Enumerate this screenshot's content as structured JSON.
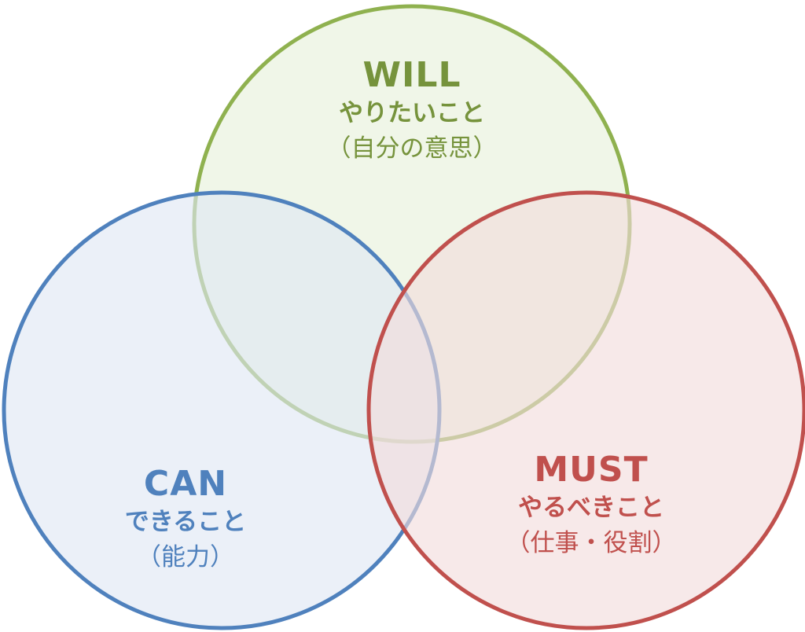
{
  "diagram": {
    "circles": [
      {
        "key": "will",
        "title": "WILL",
        "subtitle": "やりたいこと",
        "note": "（自分の意思）",
        "stroke": "#8fb14f",
        "fill": "#e7f0da",
        "text_color": "#76933c"
      },
      {
        "key": "can",
        "title": "CAN",
        "subtitle": "できること",
        "note": "（能力）",
        "stroke": "#4f81bd",
        "fill": "#dfe7f3",
        "text_color": "#4f81bd"
      },
      {
        "key": "must",
        "title": "MUST",
        "subtitle": "やるべきこと",
        "note": "（仕事・役割）",
        "stroke": "#c0504d",
        "fill": "#f2dcdb",
        "text_color": "#c0504d"
      }
    ]
  }
}
